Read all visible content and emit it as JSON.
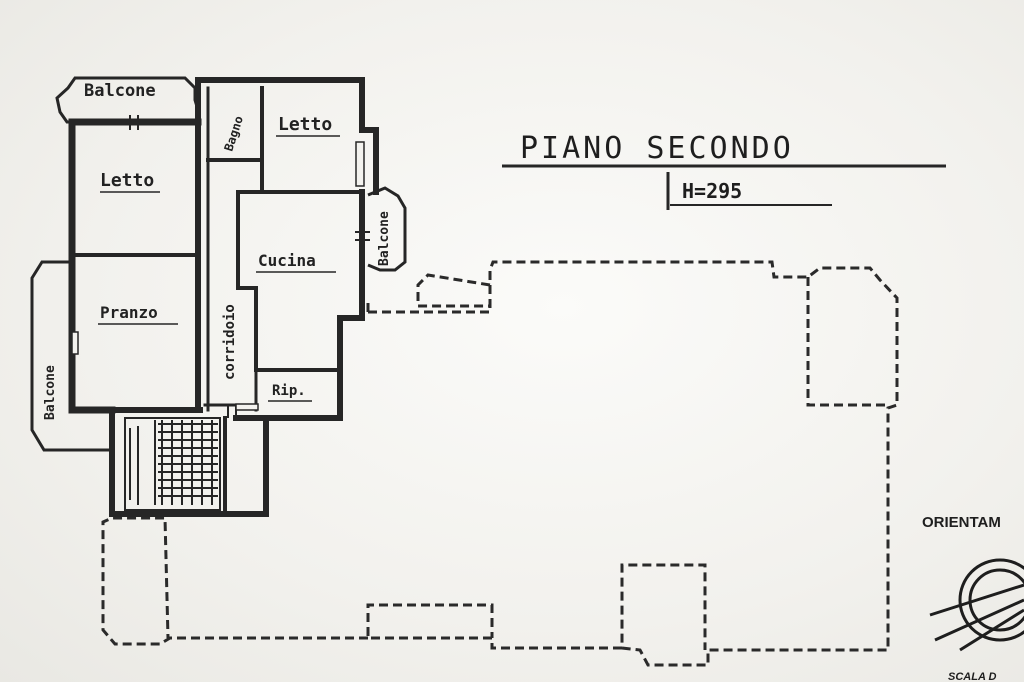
{
  "title": "PIANO SECONDO",
  "height_label": "H=295",
  "rooms": {
    "balcone_top": "Balcone",
    "bagno": "Bagno",
    "letto_left": "Letto",
    "letto_right": "Letto",
    "balcone_right": "Balcone",
    "cucina": "Cucina",
    "pranzo": "Pranzo",
    "corridoio": "corridoio",
    "balcone_left": "Balcone",
    "rip": "Rip."
  },
  "orientation_label": "ORIENTAM",
  "scale_label": "SCALA D",
  "colors": {
    "ink": "#262626",
    "paper": "#f3f2ee"
  }
}
